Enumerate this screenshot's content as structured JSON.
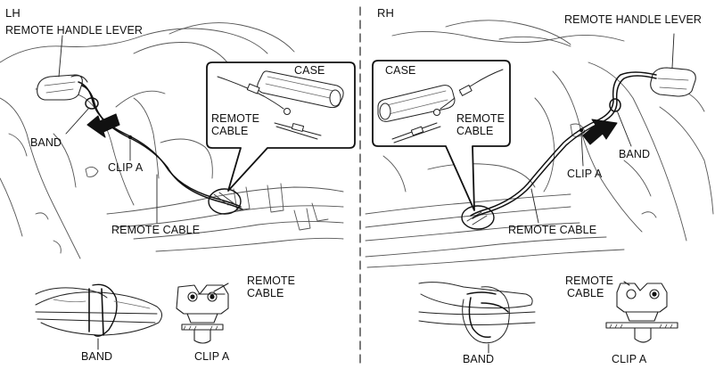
{
  "diagram": {
    "lh": {
      "side_label": "LH",
      "remote_handle_lever": "REMOTE HANDLE LEVER",
      "band": "BAND",
      "clip_a": "CLIP A",
      "remote_cable": "REMOTE CABLE",
      "inset": {
        "case": "CASE",
        "remote_cable_line1": "REMOTE",
        "remote_cable_line2": "CABLE"
      },
      "detail_band": "BAND",
      "detail_clip": {
        "remote_cable_line1": "REMOTE",
        "remote_cable_line2": "CABLE",
        "clip_a": "CLIP A"
      }
    },
    "rh": {
      "side_label": "RH",
      "remote_handle_lever": "REMOTE HANDLE LEVER",
      "band": "BAND",
      "clip_a": "CLIP A",
      "remote_cable": "REMOTE CABLE",
      "inset": {
        "case": "CASE",
        "remote_cable_line1": "REMOTE",
        "remote_cable_line2": "CABLE"
      },
      "detail_band": "BAND",
      "detail_clip": {
        "remote_cable_line1": "REMOTE",
        "remote_cable_line2": "CABLE",
        "clip_a": "CLIP A"
      }
    }
  }
}
